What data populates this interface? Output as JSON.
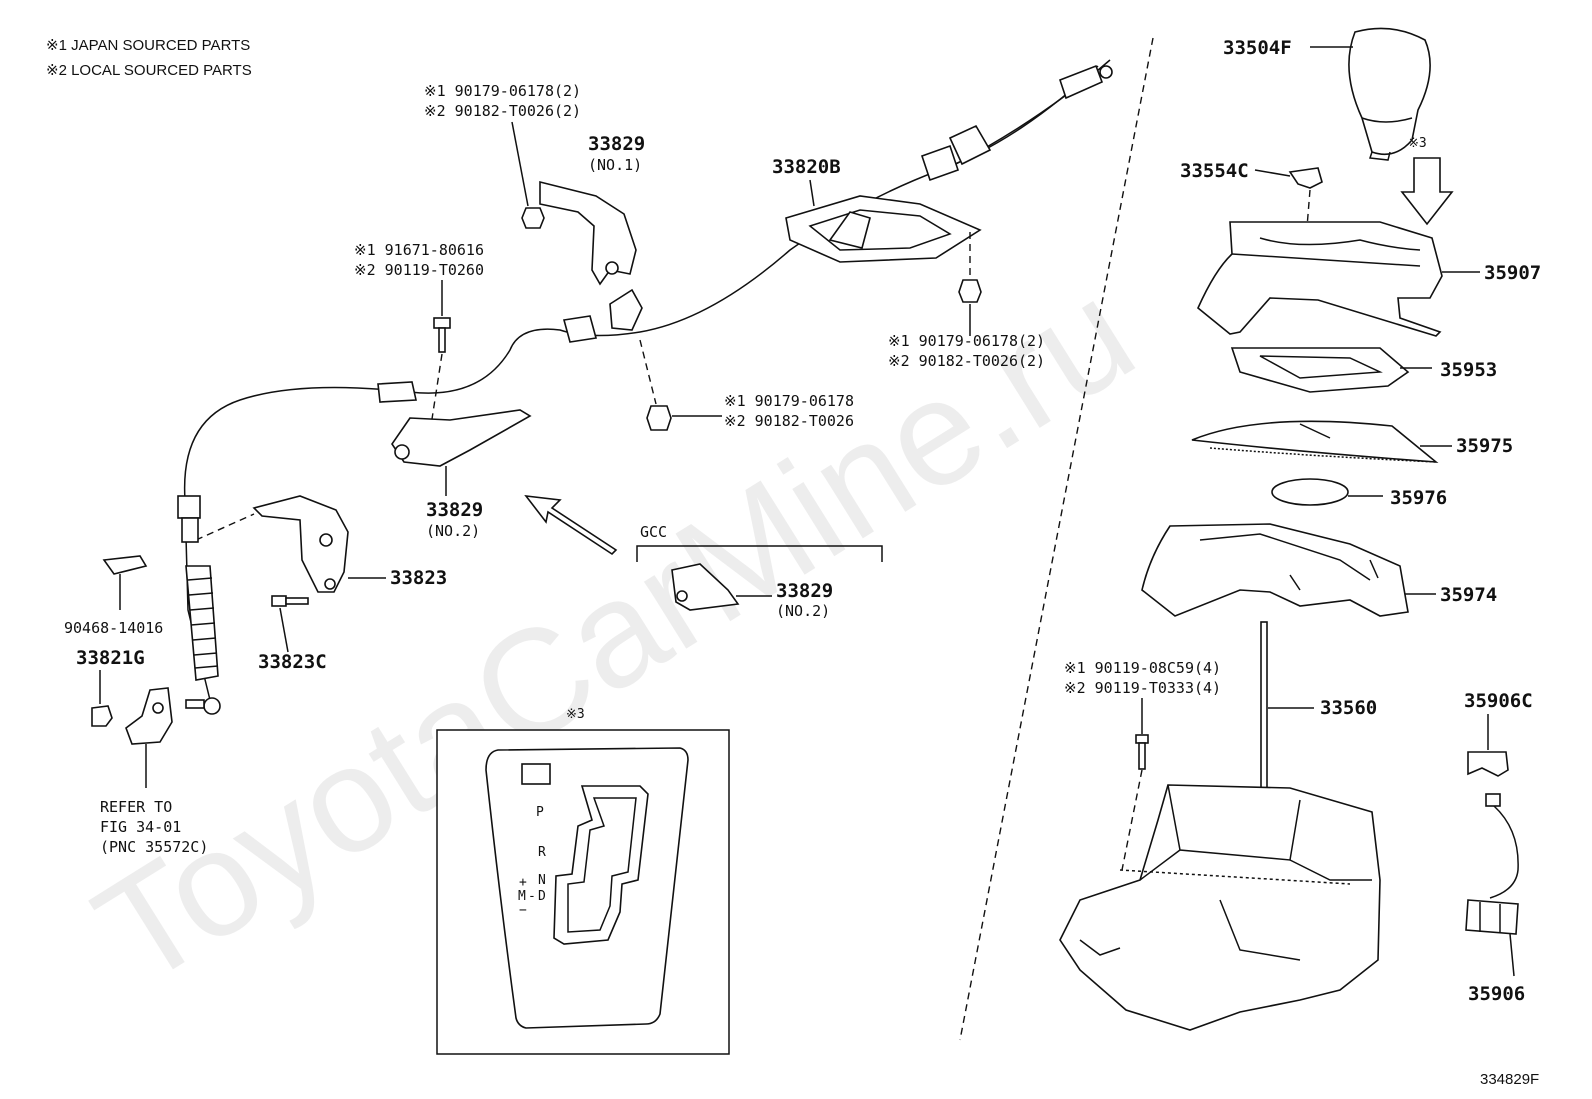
{
  "notes": [
    {
      "marker": "※1",
      "text": "JAPAN SOURCED PARTS"
    },
    {
      "marker": "※2",
      "text": "LOCAL SOURCED PARTS"
    }
  ],
  "watermark": "ToyotaCarMine.ru",
  "figure_code": "334829F",
  "labels": {
    "p33504F": "33504F",
    "p33554C": "33554C",
    "star3_top": "※3",
    "p35907": "35907",
    "p35953": "35953",
    "p35975": "35975",
    "p35976": "35976",
    "p35974": "35974",
    "p33560": "33560",
    "p35906C": "35906C",
    "p35906": "35906",
    "bolt4_j": "※1 90119-08C59(4)",
    "bolt4_l": "※2 90119-T0333(4)",
    "p33820B": "33820B",
    "nut2_j": "※1 90179-06178(2)",
    "nut2_l": "※2 90182-T0026(2)",
    "nutR_j": "※1 90179-06178(2)",
    "nutR_l": "※2 90182-T0026(2)",
    "nutC_j": "※1 90179-06178",
    "nutC_l": "※2 90182-T0026",
    "p33829a": "33829",
    "p33829a_sub": "(NO.1)",
    "bolt_j": "※1 91671-80616",
    "bolt_l": "※2 90119-T0260",
    "p33829b": "33829",
    "p33829b_sub": "(NO.2)",
    "gcc": "GCC",
    "p33829c": "33829",
    "p33829c_sub": "(NO.2)",
    "p33823": "33823",
    "p33823C": "33823C",
    "p90468": "90468-14016",
    "p33821G": "33821G",
    "refer1": "REFER TO",
    "refer2": "FIG 34-01",
    "refer3": "(PNC 35572C)",
    "star3_box": "※3"
  },
  "gate": {
    "p": "P",
    "r": "R",
    "n": "N",
    "d": "D",
    "plus": "+",
    "m": "M",
    "minus": "−",
    "dash": "-"
  }
}
